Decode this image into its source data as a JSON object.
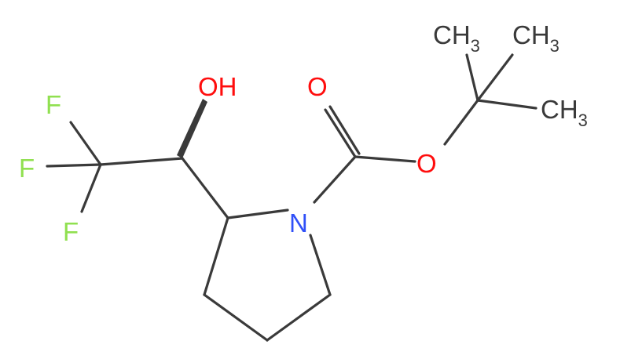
{
  "molecule": {
    "atoms": {
      "oh": {
        "main": "OH",
        "color": "#ff0d0d"
      },
      "o_carbonyl": {
        "main": "O",
        "color": "#ff0d0d"
      },
      "o_ester": {
        "main": "O",
        "color": "#ff0d0d"
      },
      "n": {
        "main": "N",
        "color": "#3050f8"
      },
      "f_top": {
        "main": "F",
        "color": "#90e050"
      },
      "f_mid": {
        "main": "F",
        "color": "#90e050"
      },
      "f_bot": {
        "main": "F",
        "color": "#90e050"
      },
      "ch3_top": {
        "main": "CH",
        "sub": "3",
        "color": "#3a3a3a"
      },
      "ch3_right": {
        "main": "CH",
        "sub": "3",
        "color": "#3a3a3a"
      },
      "ch3_lower": {
        "main": "CH",
        "sub": "3",
        "color": "#3a3a3a"
      }
    },
    "colors": {
      "bond": "#3a3a3a",
      "oxygen": "#ff0d0d",
      "nitrogen": "#3050f8",
      "fluorine": "#90e050",
      "carbon": "#3a3a3a"
    }
  }
}
